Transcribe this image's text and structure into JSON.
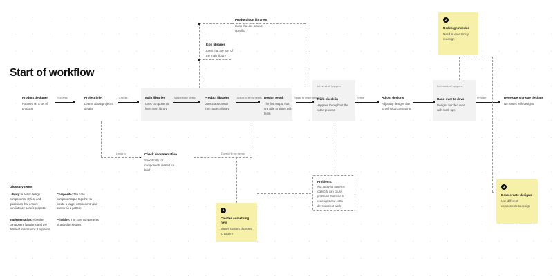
{
  "board": {
    "title": "Start of workflow",
    "background_color": "#ffffff",
    "dot_grid_color": "#d8d8d8",
    "panel_color": "#f2f2f2",
    "sticky_color": "#f7f0a8",
    "line_color": "#1d1d1d",
    "dashed_color": "#9a9a9a"
  },
  "nodes": [
    {
      "id": "product-designer",
      "title": "Product designer",
      "body": "Focuses on a set of products"
    },
    {
      "id": "project-brief",
      "title": "Project brief",
      "body": "Learns about project's details"
    },
    {
      "id": "main-libraries",
      "title": "Main libraries",
      "body": "Uses components from main library"
    },
    {
      "id": "product-libraries",
      "title": "Product libraries",
      "body": "Uses components from pattern library"
    },
    {
      "id": "design-result",
      "title": "Design result",
      "body": "The first output that are able to share with team"
    },
    {
      "id": "team-check-in",
      "title": "Team check-in",
      "body": "Happens throughout the entire process"
    },
    {
      "id": "adjust-designs",
      "title": "Adjust designs",
      "body": "Adjusting designs due to technical constraints"
    },
    {
      "id": "hand-over-to-devs",
      "title": "Hand-over to devs",
      "body": "Designs handed over with mark-ups"
    },
    {
      "id": "developers-create-designs",
      "title": "Developers create designs",
      "body": "No issues with designs"
    },
    {
      "id": "check-documentation",
      "title": "Check documentation",
      "body": "Specifically for components related to brief"
    },
    {
      "id": "icon-libraries",
      "title": "Icon libraries",
      "body": "Icons that are part of the main library"
    },
    {
      "id": "product-icon-libraries",
      "title": "Product icon libraries",
      "body": "Icons that are product specific"
    }
  ],
  "panel_labels": [
    {
      "id": "first-handoff",
      "text": "1st hand-off happens"
    },
    {
      "id": "second-handoff",
      "text": "2nd hand-off happens"
    }
  ],
  "edge_labels": [
    {
      "id": "receives",
      "text": "Receives"
    },
    {
      "id": "checks",
      "text": "Checks"
    },
    {
      "id": "adapts-base-styles",
      "text": "Adapts base styles"
    },
    {
      "id": "adjust-to-fit-my-needs",
      "text": "Adjust to fit my needs"
    },
    {
      "id": "ready-to-share",
      "text": "Ready to share with team"
    },
    {
      "id": "refine",
      "text": "Refine"
    },
    {
      "id": "prepare",
      "text": "Prepare"
    },
    {
      "id": "leads-to",
      "text": "Leads to"
    },
    {
      "id": "doesnt-fit-my-needs",
      "text": "Doesn't fit my needs"
    }
  ],
  "stickies": [
    {
      "id": "redesign-needed",
      "badge": "2",
      "title": "Redesign needed",
      "body": "Need to do a timely redesign"
    },
    {
      "id": "devs-create-designs",
      "badge": "3",
      "title": "Devs create designs",
      "body": "Use different components to design"
    },
    {
      "id": "creates-something-new",
      "badge": "1",
      "title": "Creates something new",
      "body": "Makes custom changes to pattern"
    }
  ],
  "problem_box": {
    "title": "Problems:",
    "body": "Not applying patterns correctly can cause problems that lead to redesigns and extra development work."
  },
  "glossary": {
    "heading": "Glossary terms",
    "items": [
      {
        "term": "Library:",
        "definition": "a set of design components, styles, and guidelines that ensure consistency across projects."
      },
      {
        "term": "Composite:",
        "definition": "The core components put together to create a larger component, also known as a pattern."
      },
      {
        "term": "Implementation:",
        "definition": "How the component functions and the different interactions it supports."
      },
      {
        "term": "Primitive:",
        "definition": "The core components of a design system."
      }
    ]
  }
}
